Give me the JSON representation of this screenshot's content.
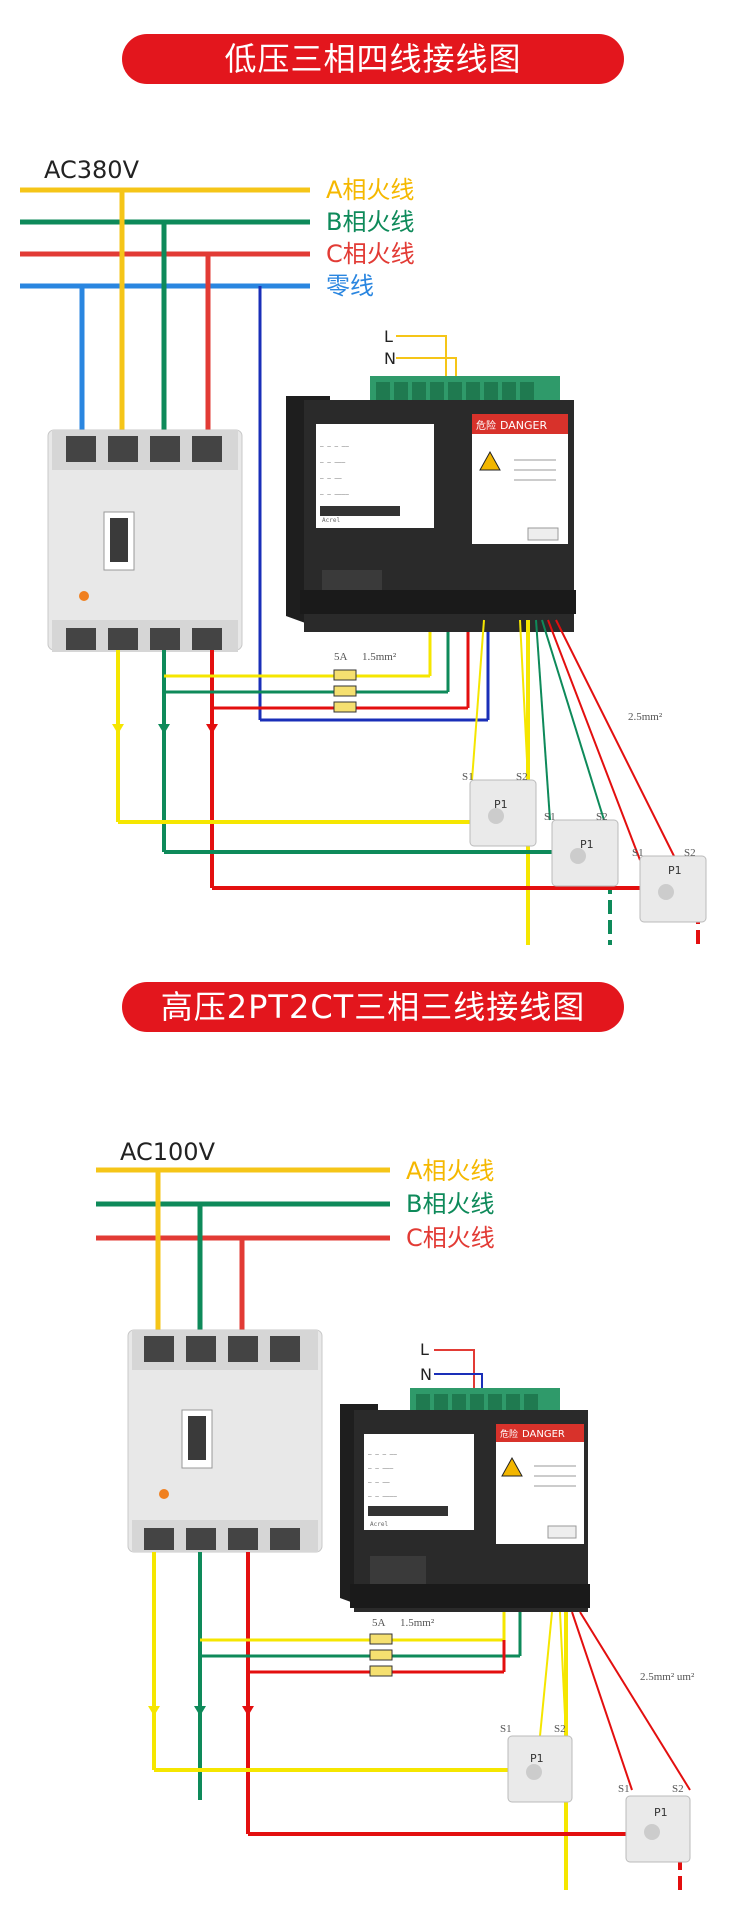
{
  "section1": {
    "title": "低压三相四线接线图",
    "source_label": "AC380V",
    "lines": [
      {
        "label": "A相火线",
        "color": "#f5c518"
      },
      {
        "label": "B相火线",
        "color": "#0e8a5a"
      },
      {
        "label": "C相火线",
        "color": "#e23b35"
      },
      {
        "label": "零线",
        "color": "#2a86e0"
      }
    ],
    "power_l": "L",
    "power_n": "N",
    "fuse_label": "5A",
    "wire_label_small": "1.5mm²",
    "wire_label_large": "2.5mm²",
    "danger_label": "DANGER",
    "danger_cn": "危险",
    "brand": "Acrel",
    "ct_s1": "S1",
    "ct_s2": "S2",
    "ct_p1": "P1"
  },
  "section2": {
    "title": "高压2PT2CT三相三线接线图",
    "source_label": "AC100V",
    "lines": [
      {
        "label": "A相火线",
        "color": "#f5c518"
      },
      {
        "label": "B相火线",
        "color": "#0e8a5a"
      },
      {
        "label": "C相火线",
        "color": "#e23b35"
      }
    ],
    "power_l": "L",
    "power_n": "N",
    "fuse_label": "5A",
    "wire_label_small": "1.5mm²",
    "wire_label_large": "2.5mm²  um²",
    "danger_label": "DANGER",
    "danger_cn": "危险",
    "brand": "Acrel",
    "ct_s1": "S1",
    "ct_s2": "S2",
    "ct_p1": "P1"
  }
}
